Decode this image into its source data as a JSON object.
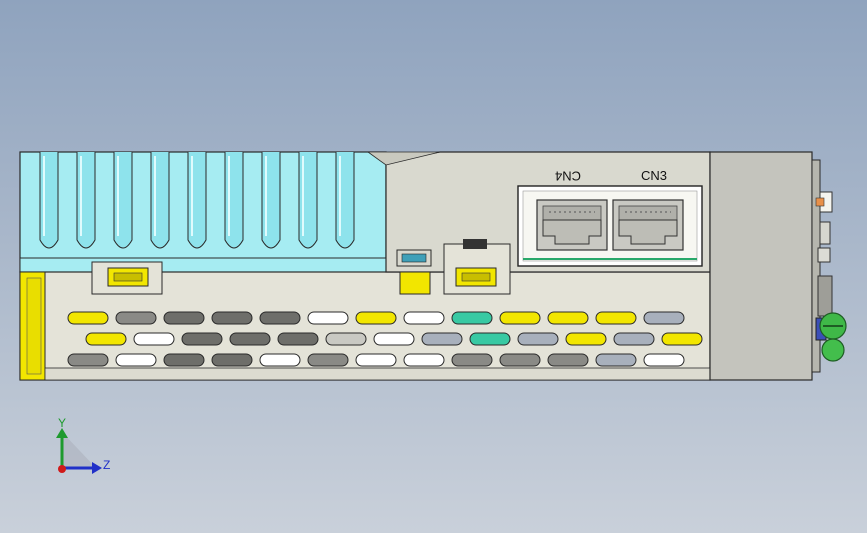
{
  "viewport": {
    "title": "",
    "connectors": [
      {
        "id": "cn4",
        "label": "CN4",
        "mirrored": true
      },
      {
        "id": "cn3",
        "label": "CN3",
        "mirrored": false
      }
    ]
  },
  "triad": {
    "y_label": "Y",
    "z_label": "Z"
  },
  "colors": {
    "background_top": "#8fa3be",
    "background_bottom": "#c9d0da",
    "heatsink": "#a6ecf2",
    "body": "#e4e3d8",
    "yellow_accent": "#f2e600",
    "teal_accent": "#38c9a3",
    "outline": "#2a2a2a"
  },
  "icons": {
    "axis_y": "axis-y-arrow",
    "axis_z": "axis-z-arrow",
    "origin": "origin-point-icon",
    "rj45": "rj45-port-icon",
    "screw": "screw-terminal-icon"
  }
}
